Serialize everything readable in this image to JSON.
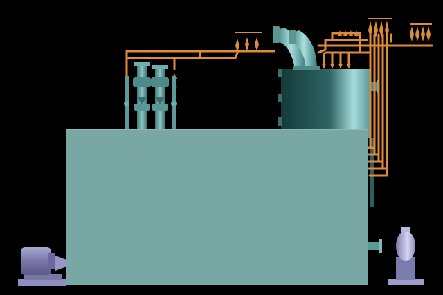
{
  "scene": {
    "background": "#000000",
    "colors": {
      "pipe": "#E08A3C",
      "pipe_dark": "#A85A1E",
      "tank": "#79A7A3",
      "vessel_light": "#9FD3D3",
      "vessel_dark": "#163A3A",
      "valve": "#5E9898",
      "motor": "#8A89B8",
      "motor_base": "#8F8EC0",
      "pump": "#B8B8E0"
    },
    "components": [
      "motor",
      "main-tank",
      "pressure-vessel",
      "feed-pump",
      "valve-manifold",
      "elbow-pipes",
      "pipe-network",
      "instrument-valves"
    ]
  }
}
